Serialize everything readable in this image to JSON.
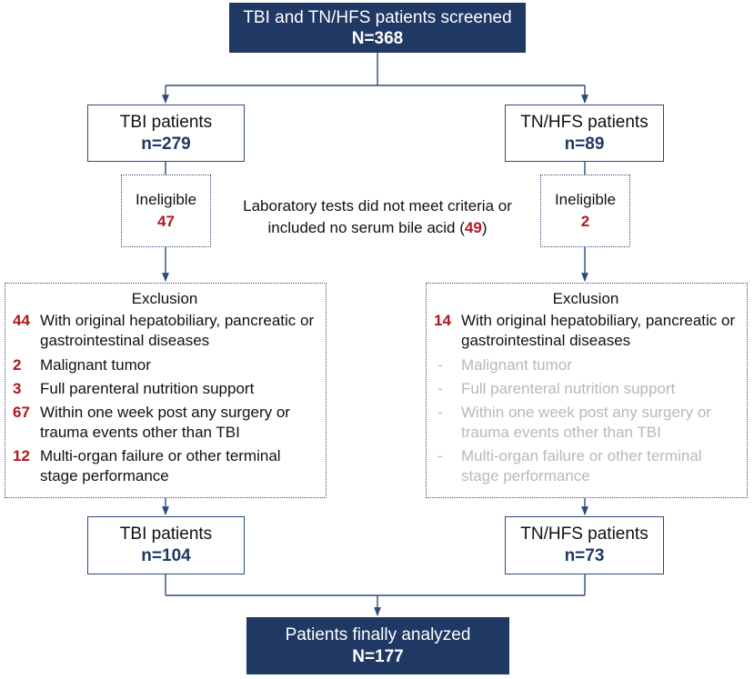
{
  "screened": {
    "title": "TBI and TN/HFS patients screened",
    "n": "N=368"
  },
  "tbi": {
    "title": "TBI patients",
    "n": "n=279"
  },
  "tnhfs": {
    "title": "TN/HFS patients",
    "n": "n=89"
  },
  "ineligible_left": {
    "label": "Ineligible",
    "count": "47"
  },
  "ineligible_right": {
    "label": "Ineligible",
    "count": "2"
  },
  "lab_note": {
    "line1": "Laboratory tests did not meet criteria or",
    "line2_prefix": "included no serum bile acid (",
    "count": "49",
    "line2_suffix": ")"
  },
  "exclusion_left": {
    "title": "Exclusion",
    "items": [
      {
        "count": "44",
        "text": "With original hepatobiliary, pancreatic or  gastrointestinal diseases"
      },
      {
        "count": "2",
        "text": "Malignant tumor"
      },
      {
        "count": "3",
        "text": "Full parenteral nutrition support"
      },
      {
        "count": "67",
        "text": "Within one week post any surgery  or trauma events other than TBI"
      },
      {
        "count": "12",
        "text": "Multi-organ failure or other terminal stage performance"
      }
    ]
  },
  "exclusion_right": {
    "title": "Exclusion",
    "items": [
      {
        "count": "14",
        "text": "With original hepatobiliary, pancreatic or  gastrointestinal diseases"
      },
      {
        "count": "-",
        "text": "Malignant tumor"
      },
      {
        "count": "-",
        "text": "Full parenteral nutrition support"
      },
      {
        "count": "-",
        "text": "Within one week post any surgery  or trauma events other than TBI"
      },
      {
        "count": "-",
        "text": "Multi-organ failure or other terminal stage performance"
      }
    ]
  },
  "tbi_final": {
    "title": "TBI patients",
    "n": "n=104"
  },
  "tnhfs_final": {
    "title": "TN/HFS patients",
    "n": "n=73"
  },
  "analyzed": {
    "title": "Patients finally analyzed",
    "n": "N=177"
  },
  "colors": {
    "navy": "#1f3864",
    "red": "#b0181e",
    "grey": "#b8b8b8"
  }
}
